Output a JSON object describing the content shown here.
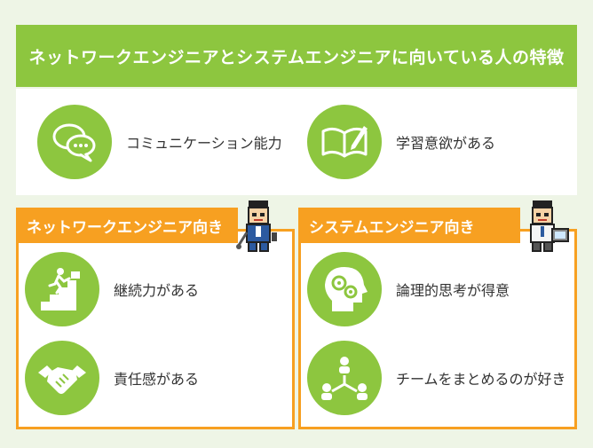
{
  "title": "ネットワークエンジニアとシステムエンジニアに向いている人の特徴",
  "common": [
    {
      "icon": "speech-bubbles-icon",
      "label": "コミュニケーション能力"
    },
    {
      "icon": "notebook-pen-icon",
      "label": "学習意欲がある"
    }
  ],
  "network": {
    "heading": "ネットワークエンジニア向き",
    "traits": [
      {
        "icon": "climbing-stairs-icon",
        "label": "継続力がある"
      },
      {
        "icon": "handshake-icon",
        "label": "責任感がある"
      }
    ]
  },
  "system": {
    "heading": "システムエンジニア向き",
    "traits": [
      {
        "icon": "head-gears-icon",
        "label": "論理的思考が得意"
      },
      {
        "icon": "team-network-icon",
        "label": "チームをまとめるのが好き"
      }
    ]
  },
  "colors": {
    "green": "#8dc63f",
    "orange": "#f7a021",
    "background": "#eef5e6"
  }
}
